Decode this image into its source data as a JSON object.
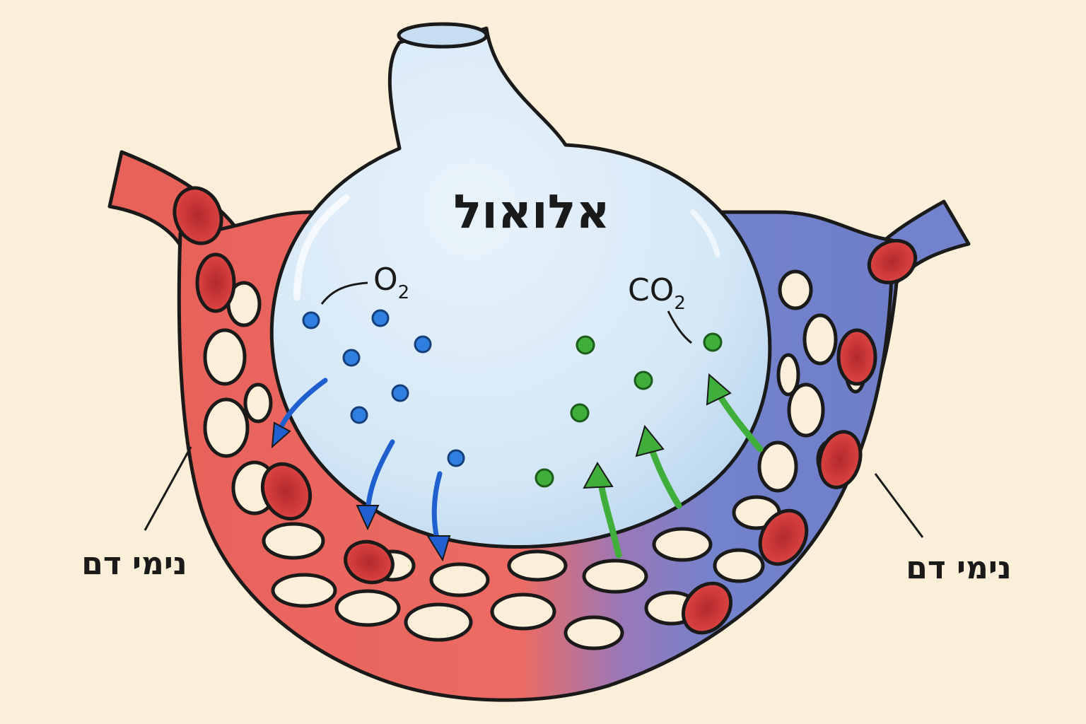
{
  "labels": {
    "alveolus": "אלואול",
    "o2": "O",
    "o2_sub": "2",
    "co2": "CO",
    "co2_sub": "2",
    "capillaries_left": "נימי דם",
    "capillaries_right": "נימי דם"
  },
  "colors": {
    "background": "#fcefd9",
    "alveolus_fill": "#d8e9f7",
    "oxygenated_blood": "#e8625a",
    "deoxygenated_blood": "#7382cc",
    "red_cell": "#d0393a",
    "oxygen": "#2f7fe0",
    "carbon_dioxide": "#3fae3a",
    "outline": "#1a1a1a"
  }
}
